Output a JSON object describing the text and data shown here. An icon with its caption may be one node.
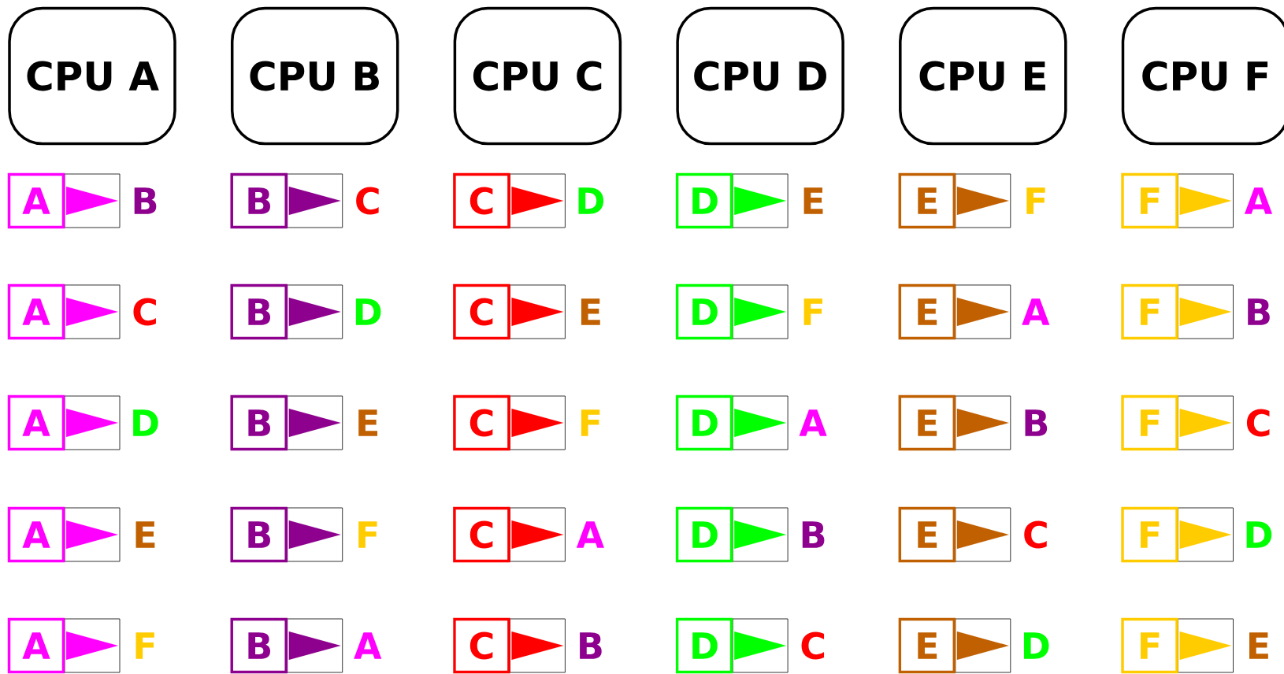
{
  "diagram": {
    "nodes": [
      {
        "text": [
          "CPU A"
        ]
      },
      {
        "text": [
          "CPU B"
        ]
      },
      {
        "text": [
          "CPU C"
        ]
      },
      {
        "text": [
          "CPU D"
        ]
      },
      {
        "text": [
          "CPU E"
        ]
      },
      {
        "text": [
          "CPU F"
        ]
      },
      {
        "text": [
          "A"
        ]
      },
      {
        "text": [
          "B"
        ]
      },
      {
        "text": [
          "B"
        ]
      },
      {
        "text": [
          "C"
        ]
      },
      {
        "text": [
          "C"
        ]
      },
      {
        "text": [
          "D"
        ]
      },
      {
        "text": [
          "D"
        ]
      },
      {
        "text": [
          "E"
        ]
      },
      {
        "text": [
          "E"
        ]
      },
      {
        "text": [
          "F"
        ]
      },
      {
        "text": [
          "F"
        ]
      },
      {
        "text": [
          "A"
        ]
      },
      {
        "text": [
          "A"
        ]
      },
      {
        "text": [
          "C"
        ]
      },
      {
        "text": [
          "B"
        ]
      },
      {
        "text": [
          "D"
        ]
      },
      {
        "text": [
          "C"
        ]
      },
      {
        "text": [
          "E"
        ]
      },
      {
        "text": [
          "D"
        ]
      },
      {
        "text": [
          "F"
        ]
      },
      {
        "text": [
          "E"
        ]
      },
      {
        "text": [
          "A"
        ]
      },
      {
        "text": [
          "F"
        ]
      },
      {
        "text": [
          "B"
        ]
      },
      {
        "text": [
          "A"
        ]
      },
      {
        "text": [
          "D"
        ]
      },
      {
        "text": [
          "B"
        ]
      },
      {
        "text": [
          "E"
        ]
      },
      {
        "text": [
          "C"
        ]
      },
      {
        "text": [
          "F"
        ]
      },
      {
        "text": [
          "D"
        ]
      },
      {
        "text": [
          "A"
        ]
      },
      {
        "text": [
          "E"
        ]
      },
      {
        "text": [
          "B"
        ]
      },
      {
        "text": [
          "F"
        ]
      },
      {
        "text": [
          "C"
        ]
      },
      {
        "text": [
          "A"
        ]
      },
      {
        "text": [
          "E"
        ]
      },
      {
        "text": [
          "B"
        ]
      },
      {
        "text": [
          "F"
        ]
      },
      {
        "text": [
          "C"
        ]
      },
      {
        "text": [
          "A"
        ]
      },
      {
        "text": [
          "D"
        ]
      },
      {
        "text": [
          "B"
        ]
      },
      {
        "text": [
          "E"
        ]
      },
      {
        "text": [
          "C"
        ]
      },
      {
        "text": [
          "F"
        ]
      },
      {
        "text": [
          "D"
        ]
      },
      {
        "text": [
          "A"
        ]
      },
      {
        "text": [
          "F"
        ]
      },
      {
        "text": [
          "B"
        ]
      },
      {
        "text": [
          "A"
        ]
      },
      {
        "text": [
          "C"
        ]
      },
      {
        "text": [
          "B"
        ]
      },
      {
        "text": [
          "D"
        ]
      },
      {
        "text": [
          "C"
        ]
      },
      {
        "text": [
          "E"
        ]
      },
      {
        "text": [
          "D"
        ]
      },
      {
        "text": [
          "F"
        ]
      },
      {
        "text": [
          "E"
        ]
      }
    ],
    "edges": [
      {
        "from": 6,
        "to": 7,
        "arrow": "to",
        "color": "#ff00ff"
      },
      {
        "from": 8,
        "to": 9,
        "arrow": "to",
        "color": "#8e008e"
      },
      {
        "from": 10,
        "to": 11,
        "arrow": "to",
        "color": "#ff0000"
      },
      {
        "from": 12,
        "to": 13,
        "arrow": "to",
        "color": "#00ff00"
      },
      {
        "from": 14,
        "to": 15,
        "arrow": "to",
        "color": "#c06000"
      },
      {
        "from": 16,
        "to": 17,
        "arrow": "to",
        "color": "#ffcc00"
      },
      {
        "from": 18,
        "to": 19,
        "arrow": "to",
        "color": "#ff00ff"
      },
      {
        "from": 20,
        "to": 21,
        "arrow": "to",
        "color": "#8e008e"
      },
      {
        "from": 22,
        "to": 23,
        "arrow": "to",
        "color": "#ff0000"
      },
      {
        "from": 24,
        "to": 25,
        "arrow": "to",
        "color": "#00ff00"
      },
      {
        "from": 26,
        "to": 27,
        "arrow": "to",
        "color": "#c06000"
      },
      {
        "from": 28,
        "to": 29,
        "arrow": "to",
        "color": "#ffcc00"
      },
      {
        "from": 30,
        "to": 31,
        "arrow": "to",
        "color": "#ff00ff"
      },
      {
        "from": 32,
        "to": 33,
        "arrow": "to",
        "color": "#8e008e"
      },
      {
        "from": 34,
        "to": 35,
        "arrow": "to",
        "color": "#ff0000"
      },
      {
        "from": 36,
        "to": 37,
        "arrow": "to",
        "color": "#00ff00"
      },
      {
        "from": 38,
        "to": 39,
        "arrow": "to",
        "color": "#c06000"
      },
      {
        "from": 40,
        "to": 41,
        "arrow": "to",
        "color": "#ffcc00"
      },
      {
        "from": 42,
        "to": 43,
        "arrow": "to",
        "color": "#ff00ff"
      },
      {
        "from": 44,
        "to": 45,
        "arrow": "to",
        "color": "#8e008e"
      },
      {
        "from": 46,
        "to": 47,
        "arrow": "to",
        "color": "#ff0000"
      },
      {
        "from": 48,
        "to": 49,
        "arrow": "to",
        "color": "#00ff00"
      },
      {
        "from": 50,
        "to": 51,
        "arrow": "to",
        "color": "#c06000"
      },
      {
        "from": 52,
        "to": 53,
        "arrow": "to",
        "color": "#ffcc00"
      },
      {
        "from": 54,
        "to": 55,
        "arrow": "to",
        "color": "#ff00ff"
      },
      {
        "from": 56,
        "to": 57,
        "arrow": "to",
        "color": "#8e008e"
      },
      {
        "from": 58,
        "to": 59,
        "arrow": "to",
        "color": "#ff0000"
      },
      {
        "from": 60,
        "to": 61,
        "arrow": "to",
        "color": "#00ff00"
      },
      {
        "from": 62,
        "to": 63,
        "arrow": "to",
        "color": "#c06000"
      },
      {
        "from": 64,
        "to": 65,
        "arrow": "to",
        "color": "#ffcc00"
      }
    ]
  }
}
